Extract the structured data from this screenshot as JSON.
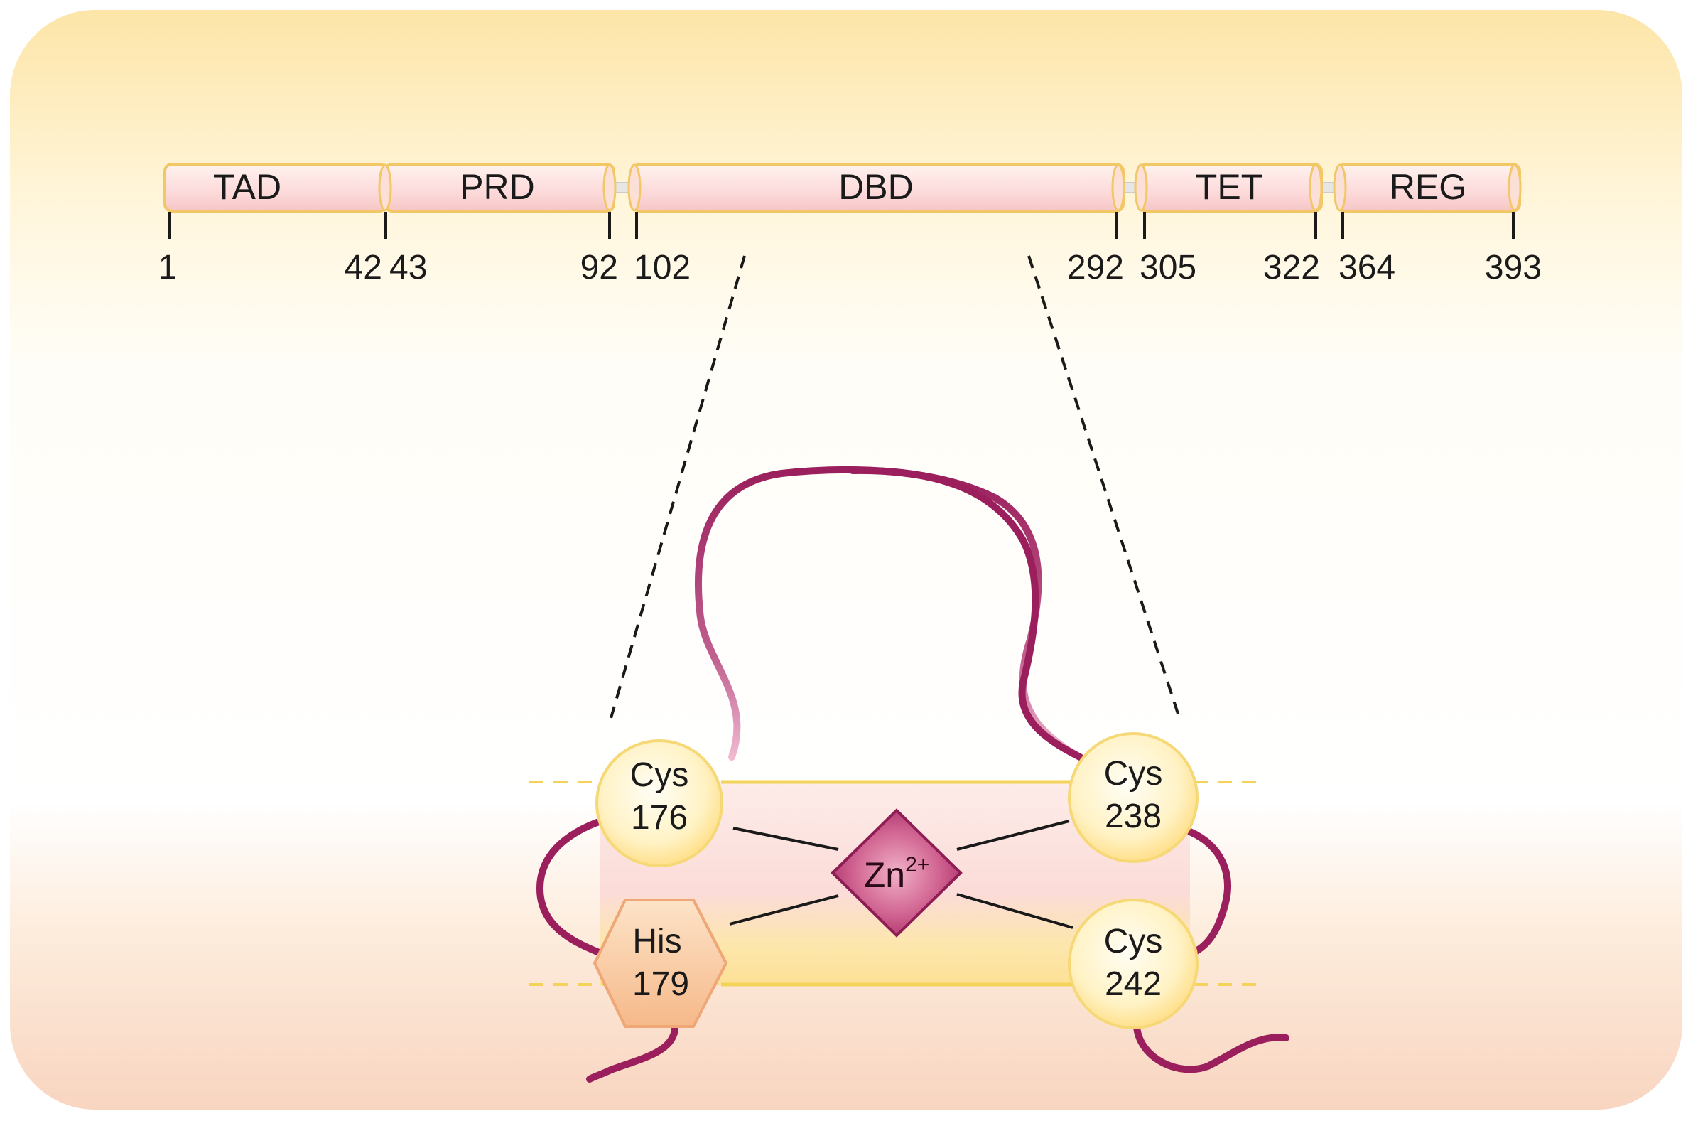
{
  "domains": [
    {
      "label": "TAD",
      "start": "1",
      "end": "42"
    },
    {
      "label": "PRD",
      "start": "43",
      "end": "92"
    },
    {
      "label": "DBD",
      "start": "102",
      "end": "292"
    },
    {
      "label": "TET",
      "start": "305",
      "end": "322"
    },
    {
      "label": "REG",
      "start": "364",
      "end": "393"
    }
  ],
  "zinc_site": {
    "metal_base": "Zn",
    "metal_charge": "2+",
    "residues": [
      {
        "name": "Cys",
        "position": "176",
        "shape": "circle"
      },
      {
        "name": "His",
        "position": "179",
        "shape": "hexagon"
      },
      {
        "name": "Cys",
        "position": "238",
        "shape": "circle"
      },
      {
        "name": "Cys",
        "position": "242",
        "shape": "circle"
      }
    ]
  },
  "colors": {
    "background_top": "#fde9b3",
    "background_bottom": "#f9d9c6",
    "domain_fill": "#fbd2d2",
    "domain_outline": "#f4c96a",
    "loop": "#9a1f5c",
    "zinc": "#b53a74",
    "residue_fill": "#fff0bf",
    "his_fill": "#f9c89a"
  }
}
